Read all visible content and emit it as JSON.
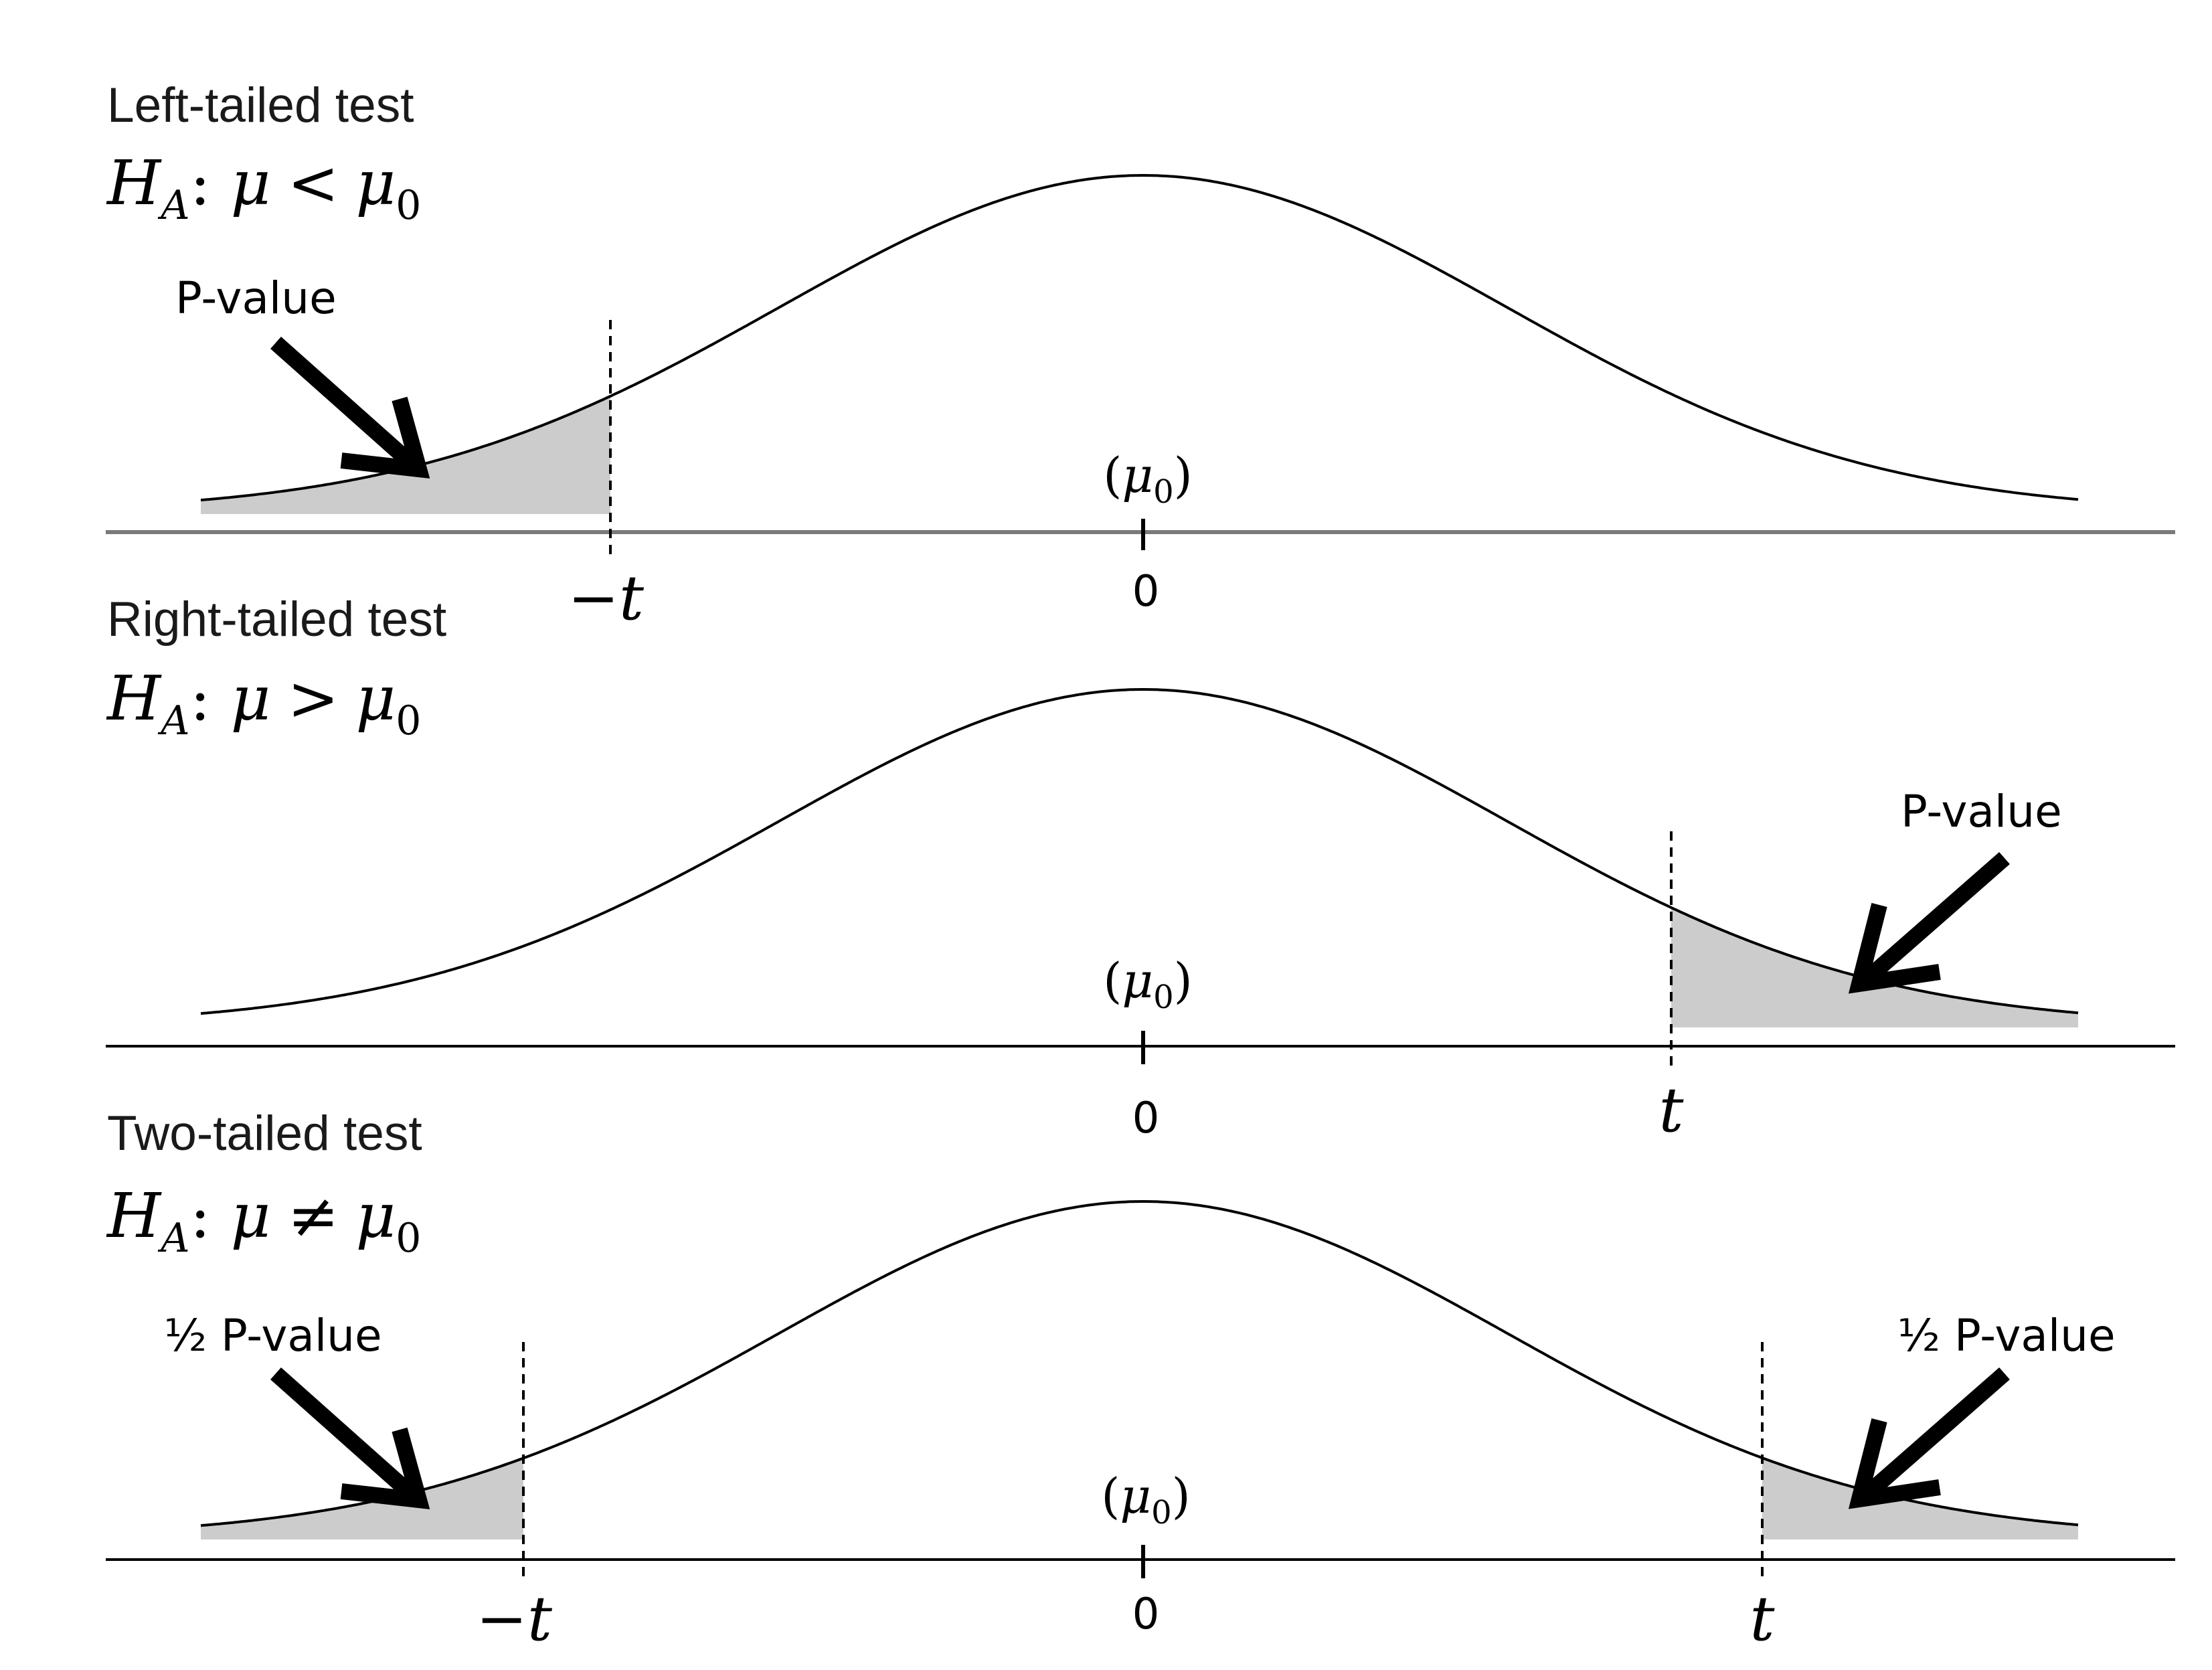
{
  "panels": [
    {
      "title": "Left-tailed test",
      "hypothesis": {
        "lhs": "H",
        "sub": "A",
        "colon": ":",
        "mu": "μ",
        "relation": "<",
        "mu0": "μ",
        "mu0_sub": "0"
      },
      "callouts": [
        {
          "text": "P-value",
          "side": "left"
        }
      ],
      "mean_label": {
        "open": "(",
        "mu": "μ",
        "sub": "0",
        "close": ")"
      },
      "zero_label": "0",
      "critical_labels": [
        {
          "sign": "−",
          "var": "t",
          "side": "left"
        }
      ],
      "shaded_tails": [
        "left"
      ],
      "axis_color": "#7a7a7a"
    },
    {
      "title": "Right-tailed test",
      "hypothesis": {
        "lhs": "H",
        "sub": "A",
        "colon": ":",
        "mu": "μ",
        "relation": ">",
        "mu0": "μ",
        "mu0_sub": "0"
      },
      "callouts": [
        {
          "text": "P-value",
          "side": "right"
        }
      ],
      "mean_label": {
        "open": "(",
        "mu": "μ",
        "sub": "0",
        "close": ")"
      },
      "zero_label": "0",
      "critical_labels": [
        {
          "sign": "",
          "var": "t",
          "side": "right"
        }
      ],
      "shaded_tails": [
        "right"
      ],
      "axis_color": "#000000"
    },
    {
      "title": "Two-tailed test",
      "hypothesis": {
        "lhs": "H",
        "sub": "A",
        "colon": ":",
        "mu": "μ",
        "relation": "≠",
        "mu0": "μ",
        "mu0_sub": "0"
      },
      "callouts": [
        {
          "text": "½ P-value",
          "side": "left"
        },
        {
          "text": "½ P-value",
          "side": "right"
        }
      ],
      "mean_label": {
        "open": "(",
        "mu": "μ",
        "sub": "0",
        "close": ")"
      },
      "zero_label": "0",
      "critical_labels": [
        {
          "sign": "−",
          "var": "t",
          "side": "left"
        },
        {
          "sign": "",
          "var": "t",
          "side": "right"
        }
      ],
      "shaded_tails": [
        "left",
        "right"
      ],
      "axis_color": "#000000"
    }
  ],
  "colors": {
    "curve": "#000000",
    "shade": "#cccccc",
    "text": "#000000"
  }
}
